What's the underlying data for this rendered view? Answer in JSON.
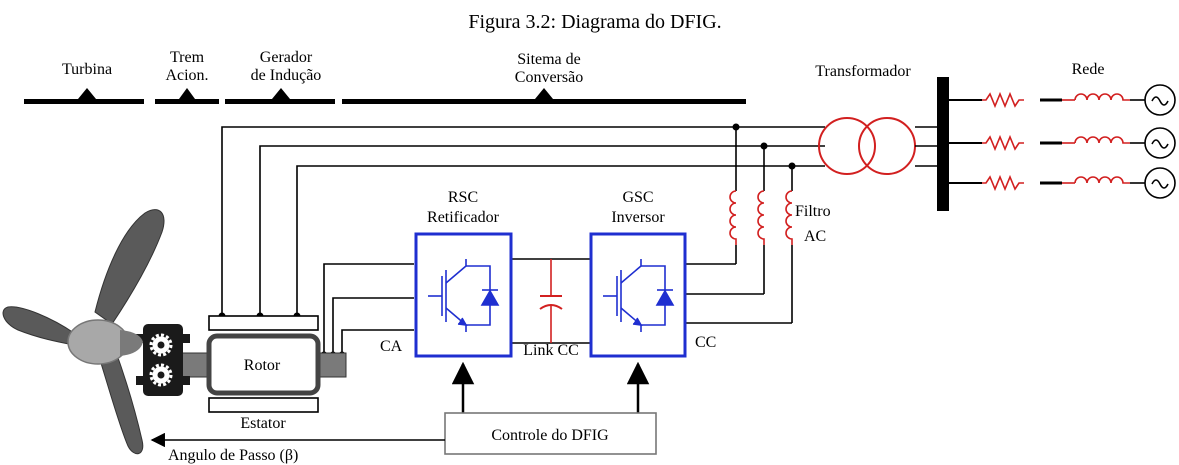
{
  "caption": "Figura 3.2: Diagrama do DFIG.",
  "sections": {
    "turbina": [
      "Turbina"
    ],
    "trem": [
      "Trem",
      "Acion."
    ],
    "gerador": [
      "Gerador",
      "de Indução"
    ],
    "conversao": [
      "Sitema de",
      "Conversão"
    ],
    "transformador": [
      "Transformador"
    ],
    "rede": [
      "Rede"
    ]
  },
  "machine": {
    "rotor": "Rotor",
    "estator": "Estator"
  },
  "rsc": [
    "RSC",
    "Retificador"
  ],
  "gsc": [
    "GSC",
    "Inversor"
  ],
  "labels": {
    "ca": "CA",
    "cc": "CC",
    "link": "Link CC"
  },
  "filter": [
    "Filtro",
    "AC"
  ],
  "control": "Controle do DFIG",
  "pitch": "Angulo de Passo (β)",
  "ac_source_symbol": "~",
  "colors": {
    "converter": "#1f2fd0",
    "red_element": "#d22020",
    "line": "#000000",
    "blade": "#5a5a5a",
    "hub": "#a8a8a8",
    "gearbox": "#1a1a1a",
    "shaft": "#7a7a7a"
  }
}
